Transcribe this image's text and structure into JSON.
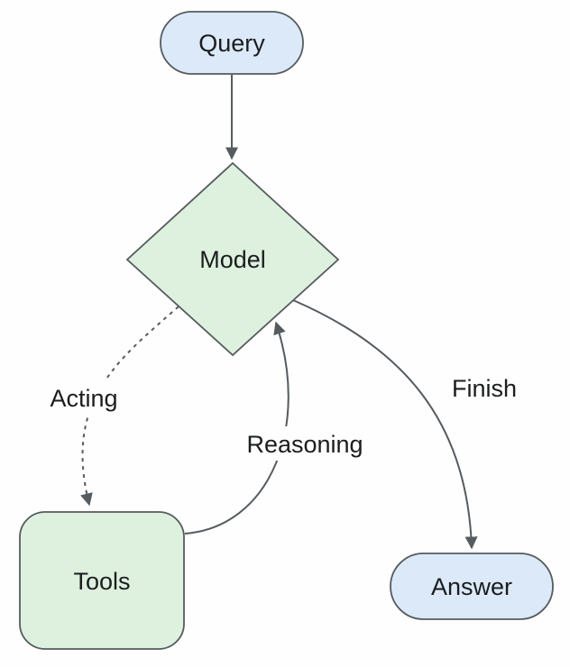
{
  "colors": {
    "background": "#fefefe",
    "node_blue_fill": "#dbe9f8",
    "node_green_fill": "#def0de",
    "node_stroke": "#555b5f",
    "edge_stroke": "#555b5f",
    "arrowhead": "#555b5f",
    "text": "#1b1d1f"
  },
  "diagram": {
    "type": "flowchart",
    "nodes": [
      {
        "id": "query",
        "label": "Query",
        "shape": "stadium",
        "fill": "blue"
      },
      {
        "id": "model",
        "label": "Model",
        "shape": "diamond",
        "fill": "green"
      },
      {
        "id": "tools",
        "label": "Tools",
        "shape": "rounded-square",
        "fill": "green"
      },
      {
        "id": "answer",
        "label": "Answer",
        "shape": "stadium",
        "fill": "blue"
      }
    ],
    "edges": [
      {
        "from": "Query",
        "to": "Model",
        "label": "",
        "style": "solid"
      },
      {
        "from": "Model",
        "to": "Tools",
        "label": "Acting",
        "style": "dashed"
      },
      {
        "from": "Tools",
        "to": "Model",
        "label": "Reasoning",
        "style": "solid"
      },
      {
        "from": "Model",
        "to": "Answer",
        "label": "Finish",
        "style": "solid"
      }
    ]
  }
}
